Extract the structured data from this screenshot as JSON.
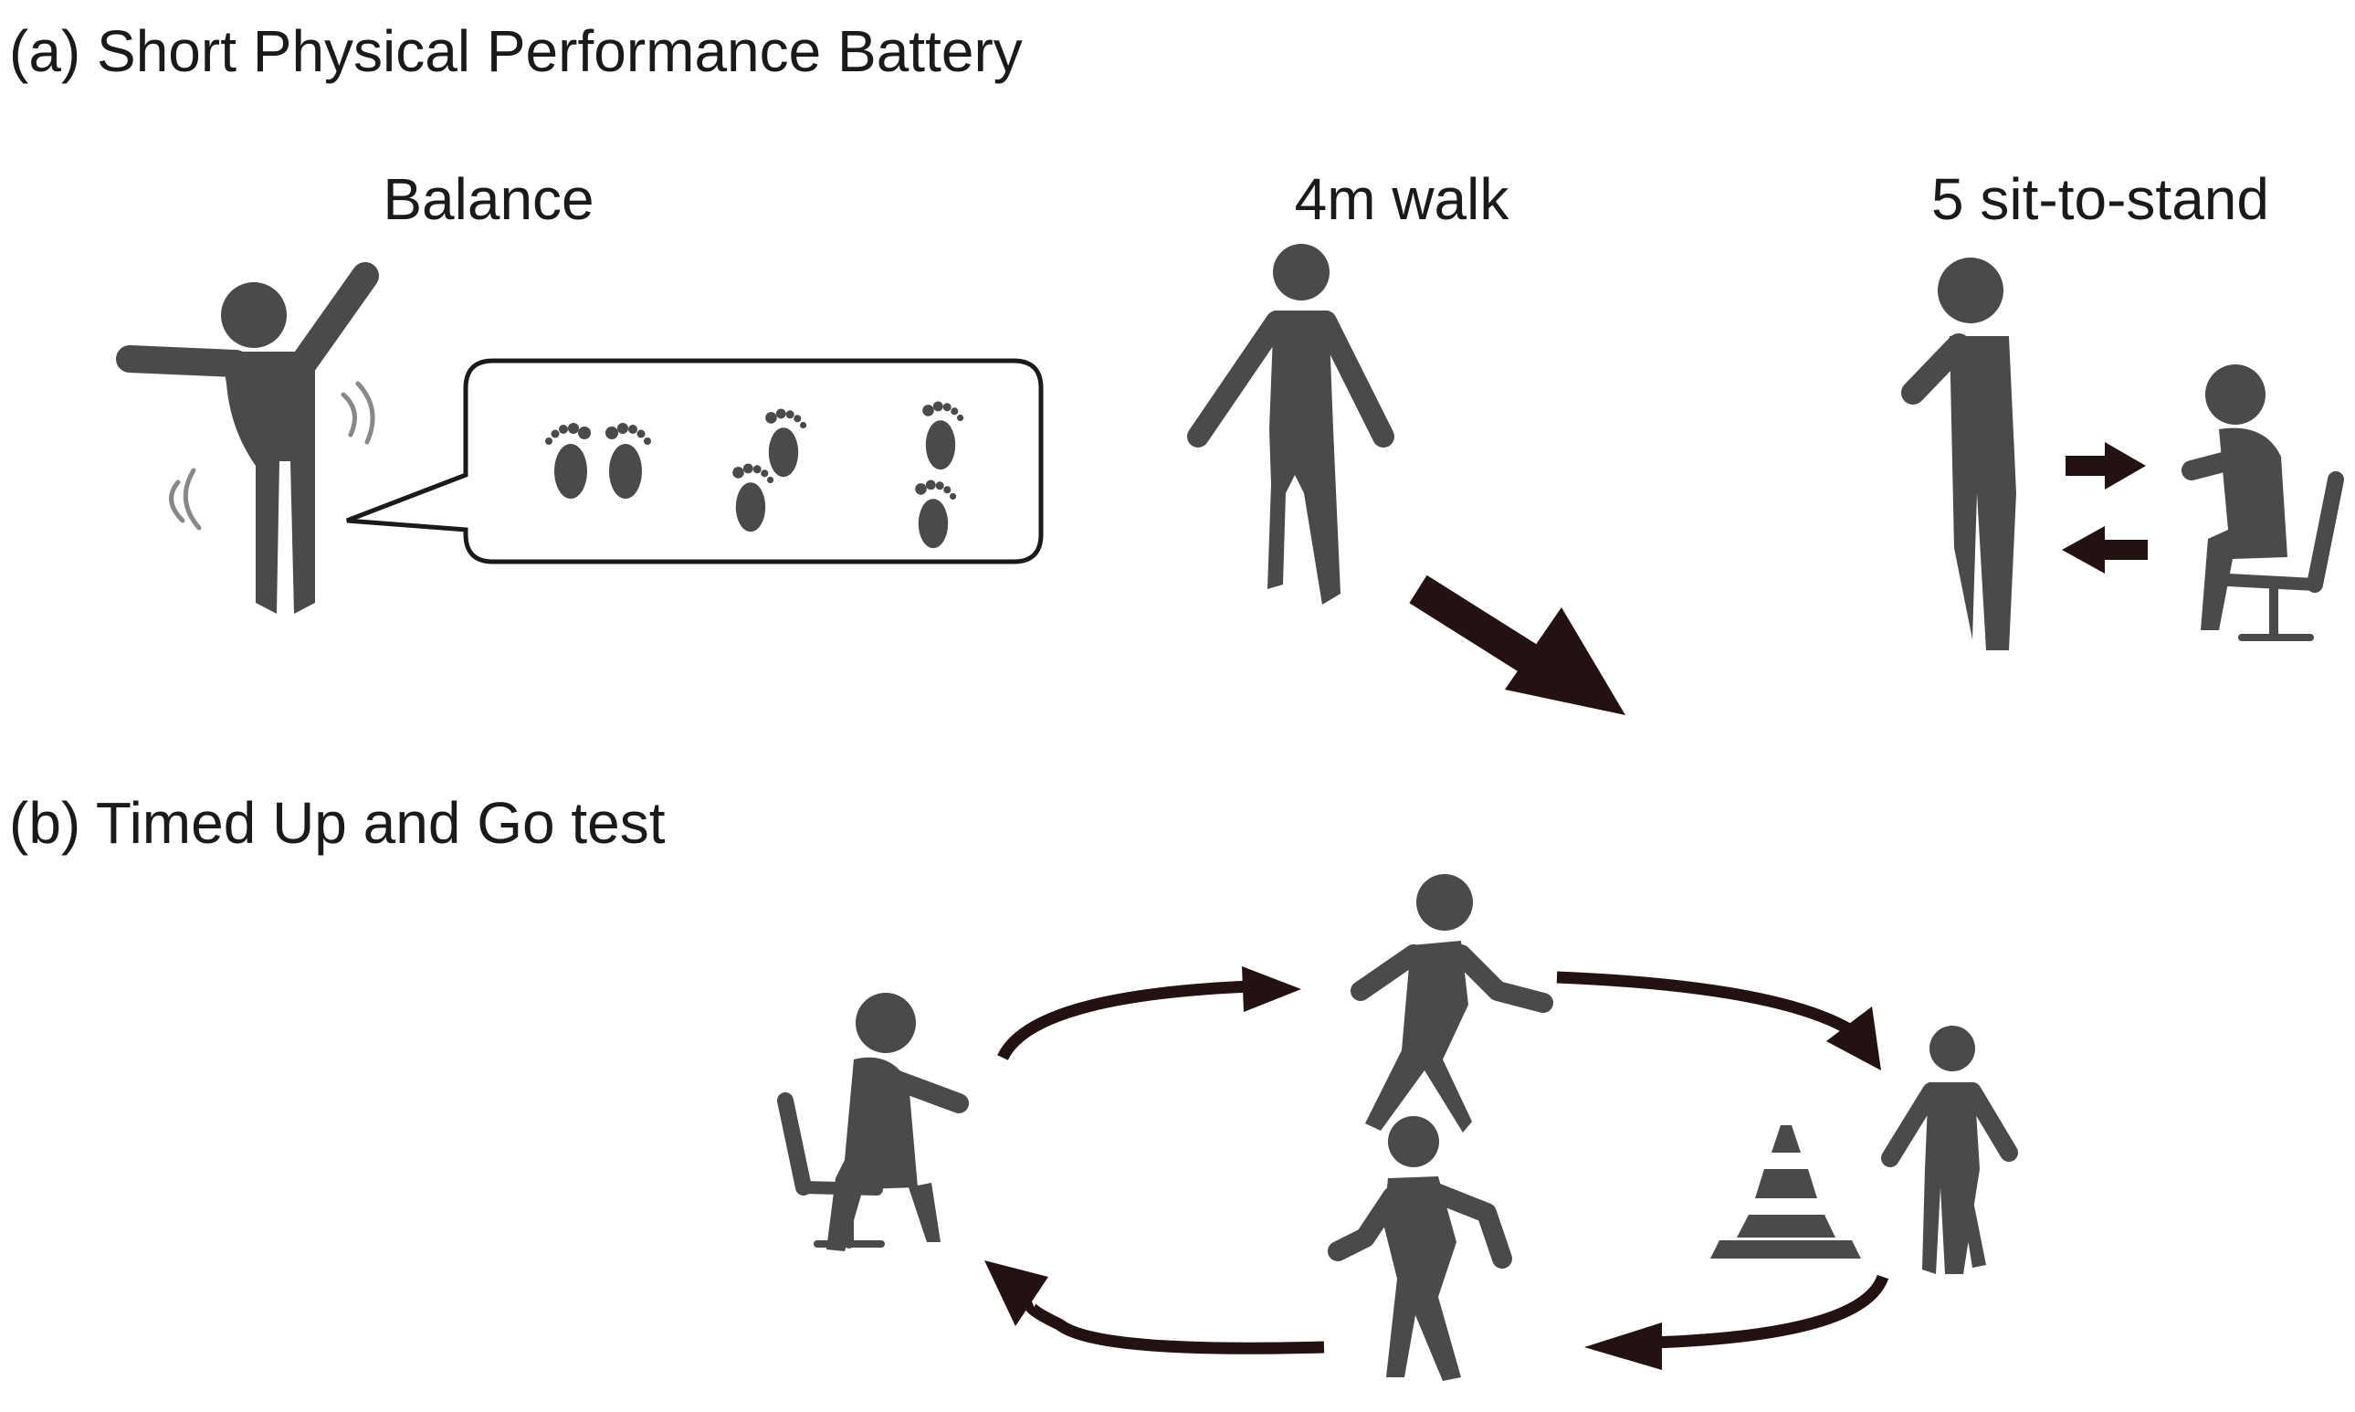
{
  "panel_a": {
    "title": "(a) Short Physical Performance Battery",
    "tests": [
      {
        "label": "Balance"
      },
      {
        "label": "4m walk"
      },
      {
        "label": "5 sit-to-stand"
      }
    ]
  },
  "panel_b": {
    "title": "(b) Timed Up and Go test"
  },
  "colors": {
    "figure": "#4a4a4a",
    "arrow": "#231212",
    "text": "#1a1a1a"
  }
}
